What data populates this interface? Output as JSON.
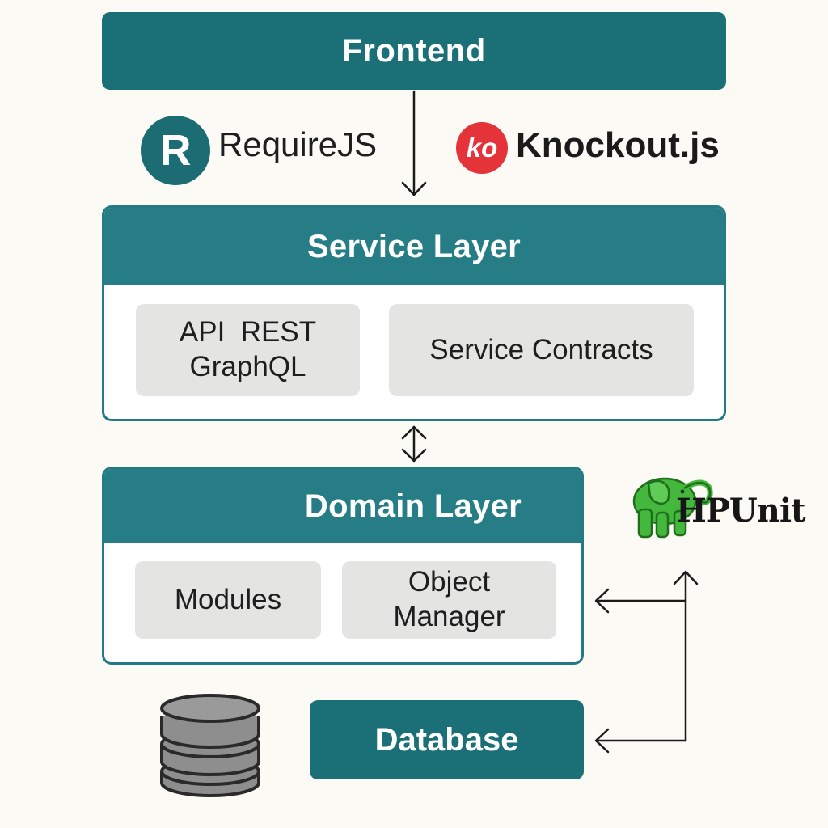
{
  "frontend": {
    "label": "Frontend"
  },
  "logos": {
    "requirejs": {
      "mark": "R",
      "name": "RequireJS",
      "color": "#1c6c73"
    },
    "knockout": {
      "mark": "ko",
      "name": "Knockout.js",
      "color": "#e5333a"
    },
    "phpunit": {
      "name": "HPUnit",
      "icon": "elephant-icon",
      "color": "#3db33a"
    }
  },
  "service_layer": {
    "title": "Service Layer",
    "items": [
      {
        "lines": [
          "API  REST",
          "GraphQL"
        ]
      },
      {
        "lines": [
          "Service Contracts"
        ]
      }
    ]
  },
  "domain_layer": {
    "title": "Domain Layer",
    "items": [
      {
        "lines": [
          "Modules"
        ]
      },
      {
        "lines": [
          "Object",
          "Manager"
        ]
      }
    ]
  },
  "database": {
    "label": "Database",
    "icon": "database-icon"
  },
  "colors": {
    "primary": "#1b7078",
    "panel_header": "#267d86",
    "chip": "#e4e4e2",
    "background": "#fbfaf5"
  }
}
